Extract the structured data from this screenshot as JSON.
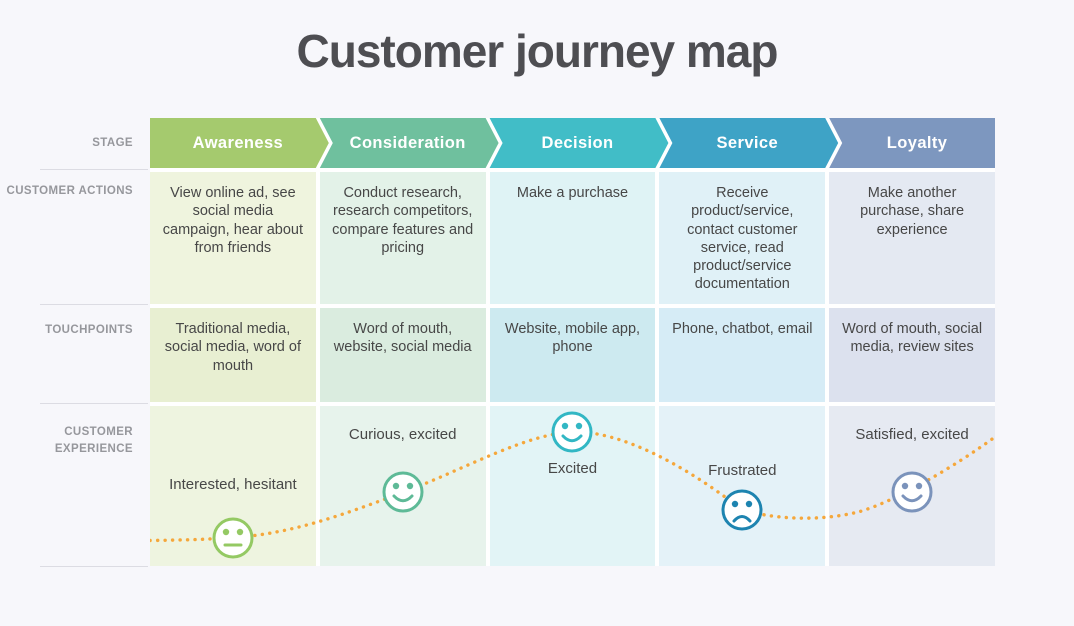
{
  "title": "Customer journey map",
  "gutter": {
    "stage_label": "STAGE",
    "actions_label": "CUSTOMER ACTIONS",
    "touchpoints_label": "TOUCHPOINTS",
    "experience_label": "CUSTOMER EXPERIENCE"
  },
  "curve": {
    "color": "#f5a73b"
  },
  "stages": [
    {
      "name": "Awareness",
      "header_color": "#a5ca6e",
      "actions": "View online ad, see social media campaign, hear about from friends",
      "actions_bg": "#eff4de",
      "touchpoints": "Traditional media, social media, word of mouth",
      "touchpoints_bg": "#e8efd2",
      "experience": "Interested, hesitant",
      "experience_bg": "#eef4e0",
      "face": "neutral",
      "face_color": "#94c963"
    },
    {
      "name": "Consideration",
      "header_color": "#6fc09e",
      "actions": "Conduct research, research competitors, compare features and pricing",
      "actions_bg": "#e3f2e8",
      "touchpoints": "Word of mouth, website, social media",
      "touchpoints_bg": "#daecdf",
      "experience": "Curious, excited",
      "experience_bg": "#e7f3ec",
      "face": "smile",
      "face_color": "#5eba97"
    },
    {
      "name": "Decision",
      "header_color": "#41bdc7",
      "actions": "Make a purchase",
      "actions_bg": "#dff3f5",
      "touchpoints": "Website, mobile app, phone",
      "touchpoints_bg": "#cdeaf0",
      "experience": "Excited",
      "experience_bg": "#e2f4f6",
      "face": "smile",
      "face_color": "#32b7c4"
    },
    {
      "name": "Service",
      "header_color": "#3ea3c6",
      "actions": "Receive product/service, contact customer service, read product/service documentation",
      "actions_bg": "#e0f1f7",
      "touchpoints": "Phone, chatbot, email",
      "touchpoints_bg": "#d6ecf6",
      "experience": "Frustrated",
      "experience_bg": "#e4f2f8",
      "face": "sad",
      "face_color": "#1d84b0"
    },
    {
      "name": "Loyalty",
      "header_color": "#7d97bf",
      "actions": "Make another purchase, share experience",
      "actions_bg": "#e4e9f2",
      "touchpoints": "Word of mouth, social media, review sites",
      "touchpoints_bg": "#dce1ee",
      "experience": "Satisfied, excited",
      "experience_bg": "#e6eaf2",
      "face": "smile",
      "face_color": "#7b93bb"
    }
  ]
}
